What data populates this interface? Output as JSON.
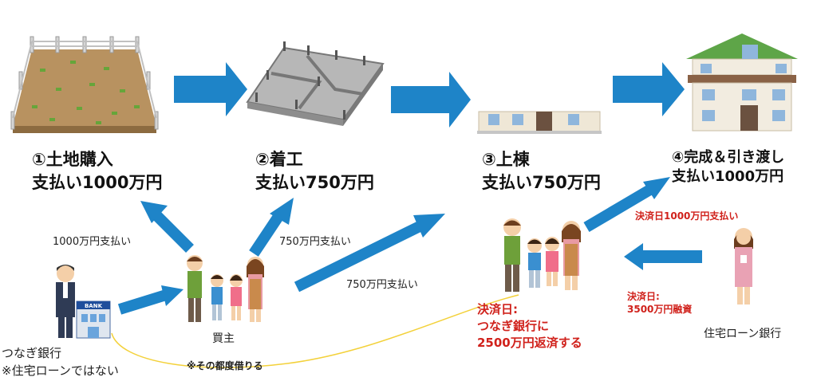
{
  "steps": [
    {
      "title": "①土地購入",
      "payment": "支払い1000万円"
    },
    {
      "title": "②着工",
      "payment": "支払い750万円"
    },
    {
      "title": "③上棟",
      "payment": "支払い750万円"
    },
    {
      "title": "④完成＆引き渡し",
      "payment": "支払い1000万円"
    }
  ],
  "flow_labels": {
    "pay_land": "1000万円支払い",
    "pay_start": "750万円支払い",
    "pay_frame": "750万円支払い"
  },
  "bridge_bank": {
    "name": "つなぎ銀行",
    "note": "※住宅ローンではない",
    "sign": "BANK"
  },
  "buyer": {
    "name": "買主",
    "note": "※その都度借りる"
  },
  "settlement": {
    "final_payment": "決済日1000万円支払い",
    "loan_funding_line1": "決済日:",
    "loan_funding_line2": "3500万円融資",
    "repay_line1": "決済日:",
    "repay_line2": "つなぎ銀行に",
    "repay_line3": "2500万円返済する"
  },
  "mortgage_bank": {
    "name": "住宅ローン銀行"
  },
  "colors": {
    "arrow_blue": "#1e84c8",
    "accent_red": "#d0211b",
    "curve_yellow": "#f3d13a"
  }
}
